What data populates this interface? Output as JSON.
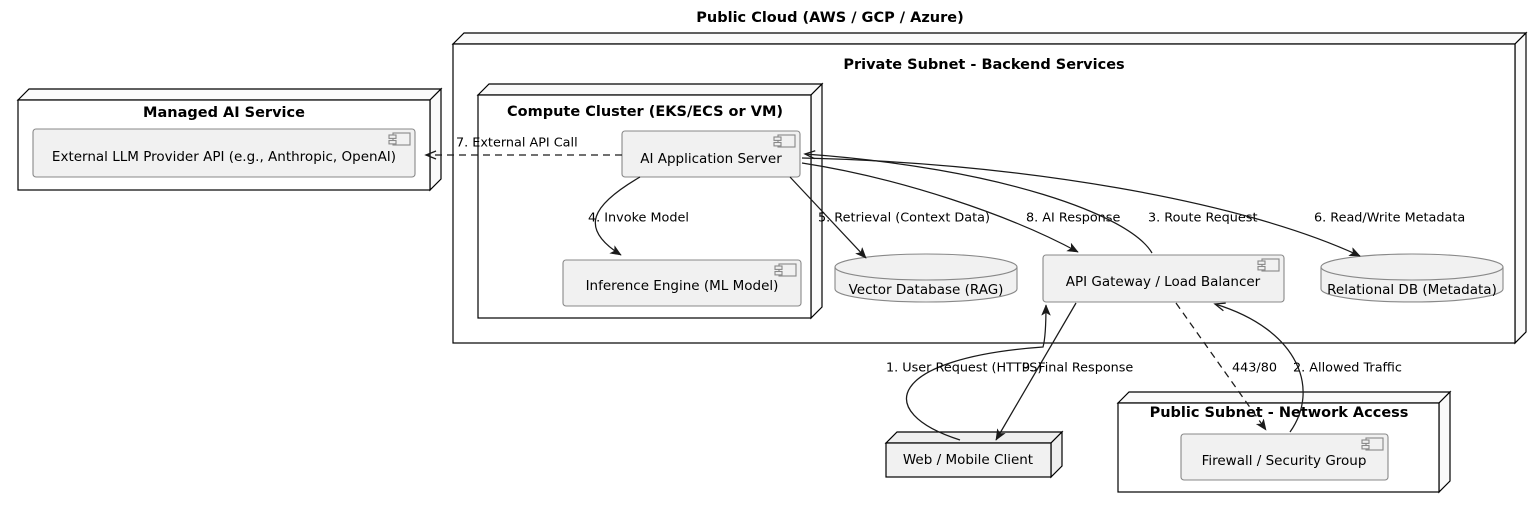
{
  "diagram": {
    "type": "uml-deployment-diagram",
    "cloud_title": "Public Cloud (AWS / GCP / Azure)",
    "groups": [
      {
        "id": "managed-ai-service",
        "title": "Managed AI Service",
        "kind": "node-3d"
      },
      {
        "id": "private-subnet",
        "title": "Private Subnet - Backend Services",
        "kind": "node-3d"
      },
      {
        "id": "compute-cluster",
        "title": "Compute Cluster (EKS/ECS or VM)",
        "kind": "node-3d"
      },
      {
        "id": "public-subnet",
        "title": "Public Subnet - Network Access",
        "kind": "node-3d"
      }
    ],
    "nodes": [
      {
        "id": "external-llm",
        "label": "External LLM Provider API (e.g., Anthropic, OpenAI)",
        "kind": "component"
      },
      {
        "id": "ai-app-server",
        "label": "AI Application Server",
        "kind": "component"
      },
      {
        "id": "inference-engine",
        "label": "Inference Engine (ML Model)",
        "kind": "component"
      },
      {
        "id": "vector-db",
        "label": "Vector Database (RAG)",
        "kind": "database"
      },
      {
        "id": "api-gateway",
        "label": "API Gateway / Load Balancer",
        "kind": "component"
      },
      {
        "id": "relational-db",
        "label": "Relational DB (Metadata)",
        "kind": "database"
      },
      {
        "id": "web-client",
        "label": "Web / Mobile Client",
        "kind": "node-3d"
      },
      {
        "id": "firewall",
        "label": "Firewall / Security Group",
        "kind": "component"
      }
    ],
    "edges": [
      {
        "id": "e1",
        "label": "1. User Request (HTTPS)",
        "from": "web-client",
        "to": "api-gateway",
        "style": "solid"
      },
      {
        "id": "e2",
        "label": "2. Allowed Traffic",
        "from": "firewall",
        "to": "api-gateway",
        "style": "solid"
      },
      {
        "id": "e3",
        "label": "3. Route Request",
        "from": "api-gateway",
        "to": "ai-app-server",
        "style": "solid"
      },
      {
        "id": "e4",
        "label": "4. Invoke Model",
        "from": "ai-app-server",
        "to": "inference-engine",
        "style": "solid"
      },
      {
        "id": "e5",
        "label": "5. Retrieval (Context Data)",
        "from": "ai-app-server",
        "to": "vector-db",
        "style": "solid"
      },
      {
        "id": "e6",
        "label": "6. Read/Write Metadata",
        "from": "ai-app-server",
        "to": "relational-db",
        "style": "solid"
      },
      {
        "id": "e7",
        "label": "7. External API Call",
        "from": "ai-app-server",
        "to": "external-llm",
        "style": "dashed"
      },
      {
        "id": "e8",
        "label": "8. AI Response",
        "from": "ai-app-server",
        "to": "api-gateway",
        "style": "solid"
      },
      {
        "id": "e9",
        "label": "9. Final Response",
        "from": "api-gateway",
        "to": "web-client",
        "style": "solid"
      },
      {
        "id": "e10",
        "label": "443/80",
        "from": "api-gateway",
        "to": "firewall",
        "style": "dashed"
      }
    ],
    "colors": {
      "background": "#ffffff",
      "node_fill": "#ffffff",
      "component_fill": "#f1f1f1",
      "stroke": "#000000",
      "component_stroke": "#888888"
    }
  }
}
